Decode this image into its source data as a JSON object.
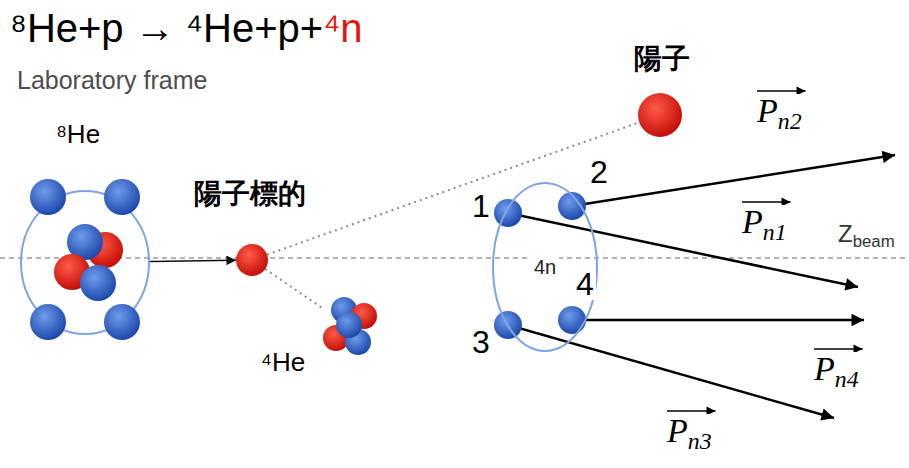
{
  "diagram": {
    "title": "⁸He+p → ⁴He+p+⁴n",
    "nodes": [
      {
        "text": [
          "⁸He"
        ]
      },
      {
        "text": [
          "陽子標的"
        ]
      },
      {
        "text": [
          "⁴He"
        ]
      },
      {
        "text": [
          "陽子"
        ]
      },
      {
        "text": [
          "4n"
        ]
      }
    ],
    "edges": [
      {
        "from": 0,
        "to": 1,
        "arrow": "to"
      },
      {
        "from": 1,
        "to": 3,
        "arrow": "none"
      },
      {
        "from": 1,
        "to": 2,
        "arrow": "none"
      }
    ],
    "labels": [
      "Laboratory frame",
      "1",
      "2",
      "3",
      "4",
      "Pn2",
      "Pn1",
      "Zbeam",
      "Pn4",
      "Pn3"
    ]
  }
}
